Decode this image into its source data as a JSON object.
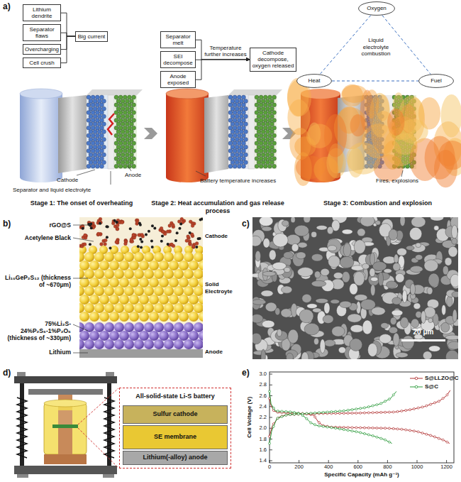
{
  "diagram": {
    "nodes": [
      {
        "text": [
          "Lithium dendrite"
        ]
      },
      {
        "text": [
          "Separator flaws"
        ]
      },
      {
        "text": [
          "Overcharging"
        ]
      },
      {
        "text": [
          "Cell crush"
        ]
      },
      {
        "text": [
          "Big current"
        ]
      },
      {
        "text": [
          "Separator melt"
        ]
      },
      {
        "text": [
          "SEI decompose"
        ]
      },
      {
        "text": [
          "Anode exposed"
        ]
      },
      {
        "text": [
          "Cathode decompose, oxygen released"
        ]
      },
      {
        "text": [
          "Oxygen"
        ]
      },
      {
        "text": [
          "Heat"
        ]
      },
      {
        "text": [
          "Fuel"
        ]
      },
      {
        "text": [
          "All-solid-state Li-S battery"
        ]
      },
      {
        "text": [
          "Sulfur cathode"
        ],
        "in": 12
      },
      {
        "text": [
          "SE membrane"
        ],
        "in": 12
      },
      {
        "text": [
          "Lithium(-alloy) anode"
        ],
        "in": 12
      }
    ],
    "edges": [
      {
        "from": 0,
        "to": 4,
        "arrow": "none"
      },
      {
        "from": 1,
        "to": 4,
        "arrow": "none"
      },
      {
        "from": 2,
        "to": 4,
        "arrow": "none"
      },
      {
        "from": 3,
        "to": 4,
        "arrow": "none"
      },
      {
        "from": 5,
        "to": 8,
        "arrow": "to"
      },
      {
        "from": 6,
        "to": 8,
        "label": "Temperature further increases",
        "arrow": "to"
      },
      {
        "from": 7,
        "to": 8,
        "arrow": "to"
      },
      {
        "from": 9,
        "to": 10,
        "arrow": "none"
      },
      {
        "from": 9,
        "to": 11,
        "arrow": "none"
      },
      {
        "from": 10,
        "to": 11,
        "arrow": "none"
      }
    ],
    "labels": [
      "a)",
      "Cathode",
      "Separator and liquid electrolyte",
      "Anode",
      "Battery temperature increases",
      "Fires, explosions",
      "Stage 1: The onset of overheating",
      "Stage 2: Heat accumulation and gas release process",
      "Stage 3: Combustion and explosion",
      "Liquid electrolyte combustion",
      "b)",
      "rGO@S",
      "Acetylene Black",
      "Cathode",
      "Li₁₀GeP₂S₁₂ (thickness of ~670μm)",
      "Solid Electroyte",
      "75%Li₂S-24%P₂S₅-1%P₂O₅ (thickness of ~330μm)",
      "Lithium",
      "Anode",
      "c)",
      "20 μm",
      "d)",
      "e)",
      "Cell Voltage (V)",
      "Specific Capacity (mAh g⁻¹)",
      "3.0",
      "2.8",
      "2.6",
      "2.4",
      "2.2",
      "2.0",
      "1.8",
      "1.6",
      "1.4",
      "0",
      "200",
      "400",
      "600",
      "800",
      "1000",
      "1200"
    ],
    "legend": [
      {
        "text": "S@LLZO@C"
      },
      {
        "text": "S@C"
      }
    ]
  }
}
